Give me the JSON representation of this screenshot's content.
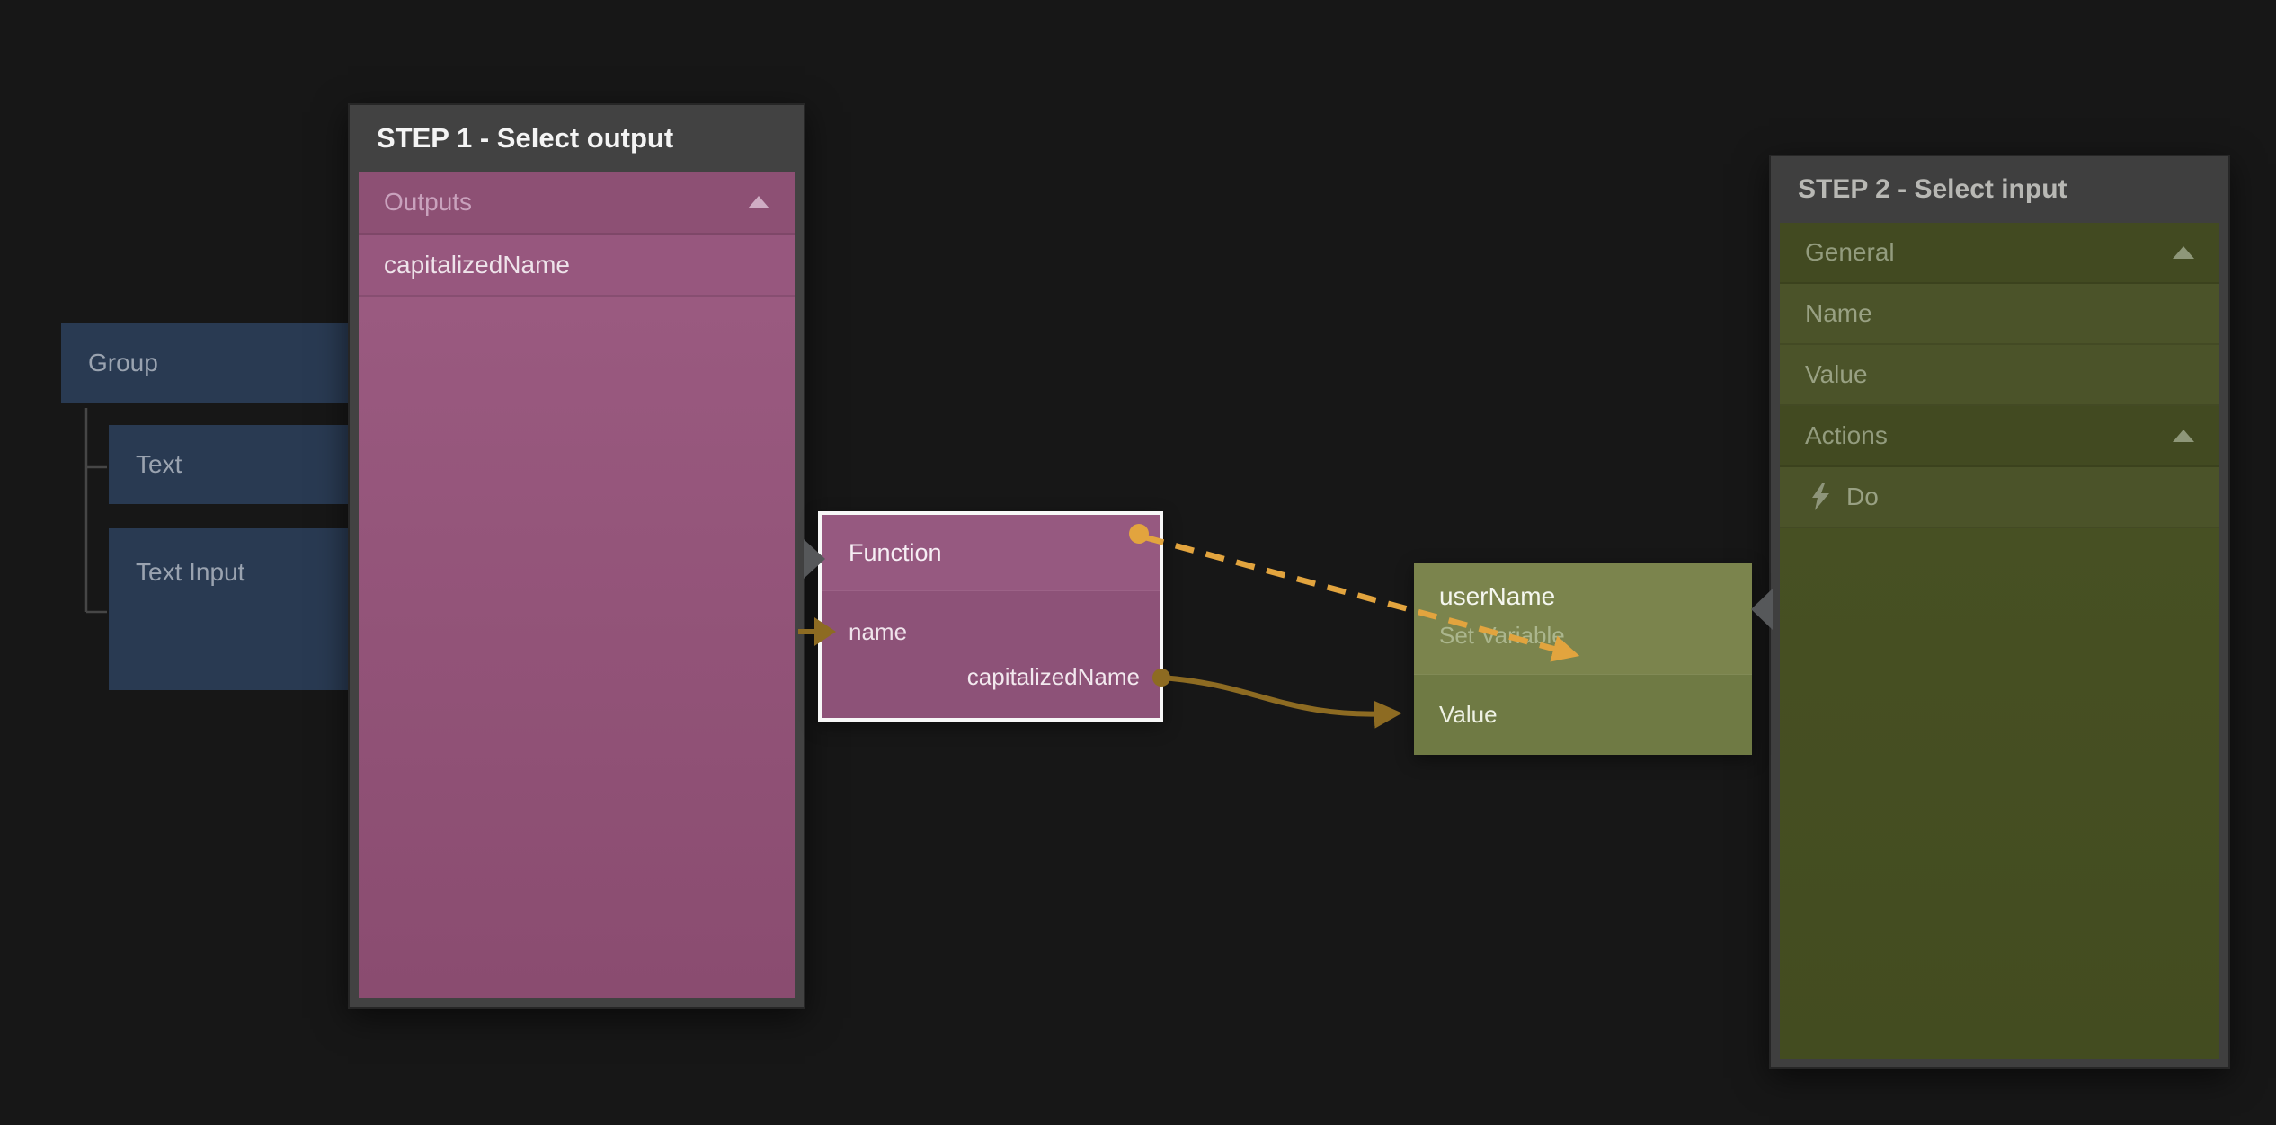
{
  "colors": {
    "background": "#171717",
    "accent_wire_bright": "#e2a43e",
    "accent_wire_dark": "#8d6b22",
    "panel_frame": "#424242",
    "step1_body_pink": "#97577e",
    "step2_body_olive": "#4b5329",
    "function_node": "#8d5278",
    "setvar_node": "#6f7a44",
    "blue_node": "#293a52",
    "selected_border": "#f7f7f7"
  },
  "left_nodes": [
    {
      "label": "Group"
    },
    {
      "label": "Text"
    },
    {
      "label": "Text Input"
    }
  ],
  "step1": {
    "title": "STEP 1 - Select output",
    "sections": [
      {
        "label": "Outputs",
        "collapsed": false,
        "icon": "collapse-up-icon"
      }
    ],
    "items": [
      {
        "label": "capitalizedName"
      }
    ]
  },
  "function_node": {
    "title": "Function",
    "inputs": [
      "name"
    ],
    "outputs": [
      "capitalizedName"
    ]
  },
  "setvar_node": {
    "title": "userName",
    "subtitle": "Set Variable",
    "inputs": [
      "Value"
    ]
  },
  "step2": {
    "title": "STEP 2 - Select input",
    "rows": [
      {
        "type": "section",
        "label": "General",
        "icon": "collapse-up-icon"
      },
      {
        "type": "item",
        "label": "Name"
      },
      {
        "type": "item",
        "label": "Value"
      },
      {
        "type": "section",
        "label": "Actions",
        "icon": "collapse-up-icon"
      },
      {
        "type": "item",
        "label": "Do",
        "icon": "lightning-icon"
      }
    ]
  }
}
